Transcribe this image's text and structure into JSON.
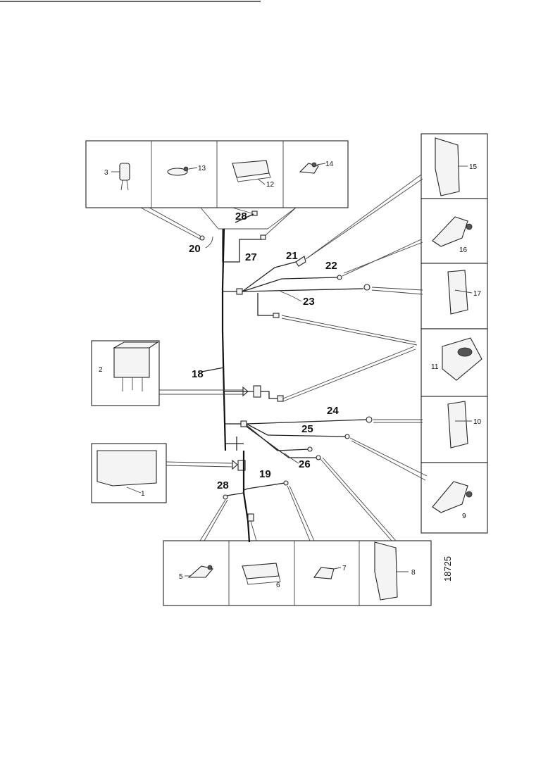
{
  "labels": {
    "l1": "1",
    "l2": "2",
    "l3": "3",
    "l5": "5",
    "l6": "6",
    "l7": "7",
    "l8": "8",
    "l9": "9",
    "l10": "10",
    "l11": "11",
    "l12": "12",
    "l13": "13",
    "l14": "14",
    "l15": "15",
    "l16": "16",
    "l17": "17",
    "l18": "18",
    "l19": "19",
    "l20": "20",
    "l21": "21",
    "l22": "22",
    "l23": "23",
    "l24": "24",
    "l25": "25",
    "l26": "26",
    "l27": "27",
    "l28a": "28",
    "l28b": "28"
  },
  "figure_id": "18725"
}
